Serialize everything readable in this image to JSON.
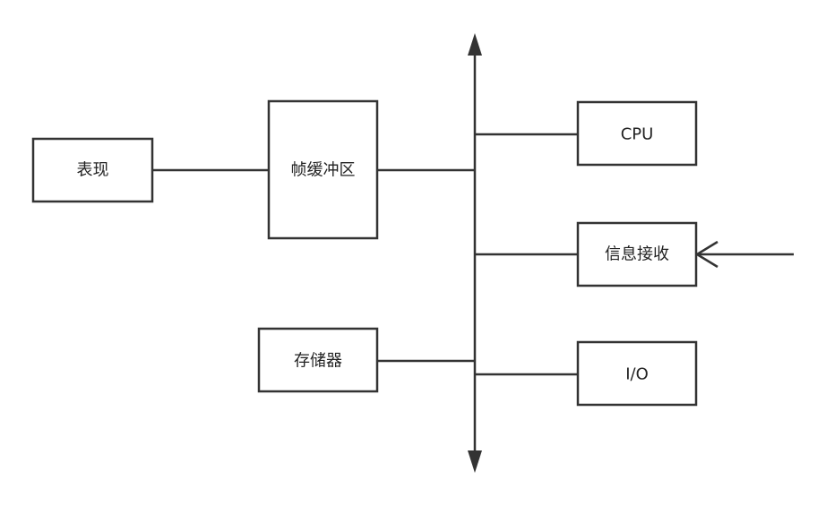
{
  "nodes": {
    "display": "表现",
    "frame_buffer": "帧缓冲区",
    "storage": "存储器",
    "cpu": "CPU",
    "msg_receive": "信息接收",
    "io": "I/O"
  },
  "colors": {
    "stroke": "#333333",
    "fill": "#ffffff",
    "text": "#222222"
  }
}
